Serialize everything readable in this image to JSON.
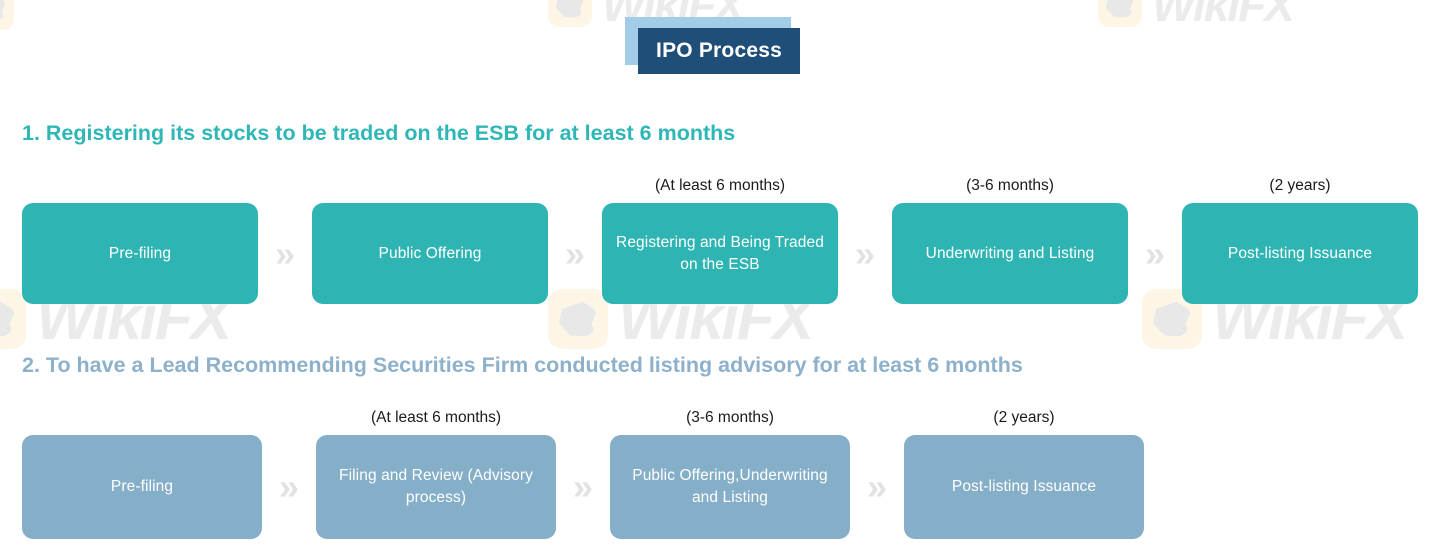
{
  "header": {
    "title": "IPO Process"
  },
  "sections": [
    {
      "heading": "1. Registering its stocks to be traded on the ESB for at least 6 months",
      "color": "#2fb7b7",
      "box_color": "#2eb4b2",
      "steps": [
        {
          "caption": "",
          "label": "Pre-filing"
        },
        {
          "caption": "",
          "label": "Public Offering"
        },
        {
          "caption": "(At least 6 months)",
          "label": "Registering and Being Traded on the ESB"
        },
        {
          "caption": "(3-6 months)",
          "label": "Underwriting and Listing"
        },
        {
          "caption": "(2 years)",
          "label": "Post-listing Issuance"
        }
      ]
    },
    {
      "heading": "2. To have a Lead Recommending Securities Firm conducted listing advisory for at least 6 months",
      "color": "#8db0cb",
      "box_color": "#85afc8",
      "steps": [
        {
          "caption": "",
          "label": "Pre-filing"
        },
        {
          "caption": "(At least 6 months)",
          "label": "Filing and Review (Advisory process)"
        },
        {
          "caption": "(3-6 months)",
          "label": "Public Offering,Underwriting and Listing"
        },
        {
          "caption": "(2 years)",
          "label": "Post-listing Issuance"
        }
      ]
    }
  ],
  "separator": {
    "glyph": "»",
    "color": "#e2e2e2"
  },
  "watermark": {
    "text": "WikiFX"
  }
}
